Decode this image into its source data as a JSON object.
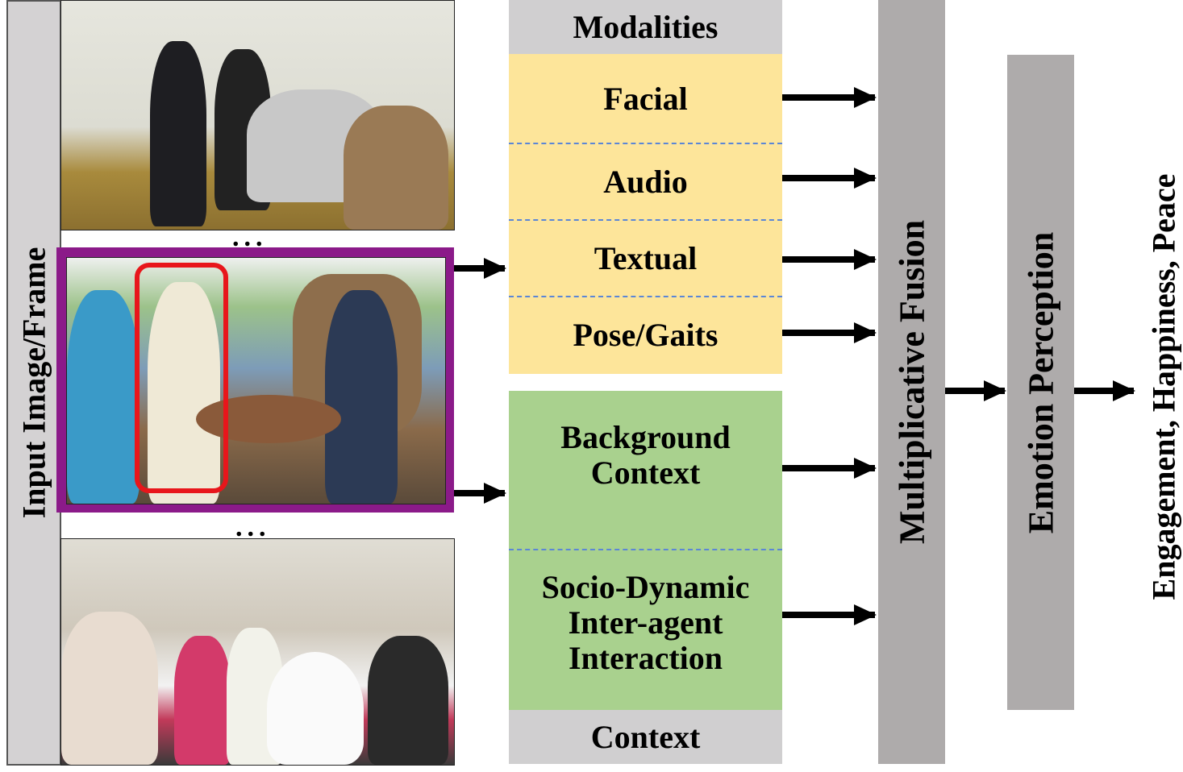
{
  "input": {
    "label": "Input Image/Frame",
    "ellipsis_top": "...",
    "ellipsis_bottom": "..."
  },
  "modalities": {
    "header": "Modalities",
    "items": [
      "Facial",
      "Audio",
      "Textual",
      "Pose/Gaits"
    ]
  },
  "context": {
    "footer": "Context",
    "items": [
      "Background Context",
      "Socio-Dynamic Inter-agent Interaction"
    ]
  },
  "fusion": {
    "label": "Multiplicative Fusion"
  },
  "perception": {
    "label": "Emotion Perception"
  },
  "output": {
    "label": "Engagement, Happiness, Peace"
  },
  "colors": {
    "modality_bg": "#fde59a",
    "context_bg": "#a9d18e",
    "header_bg": "#d0cfd0",
    "block_bg": "#aeabab",
    "frame": "#8b1a89",
    "highlight": "#e8161b",
    "divider": "#5b86d6"
  }
}
